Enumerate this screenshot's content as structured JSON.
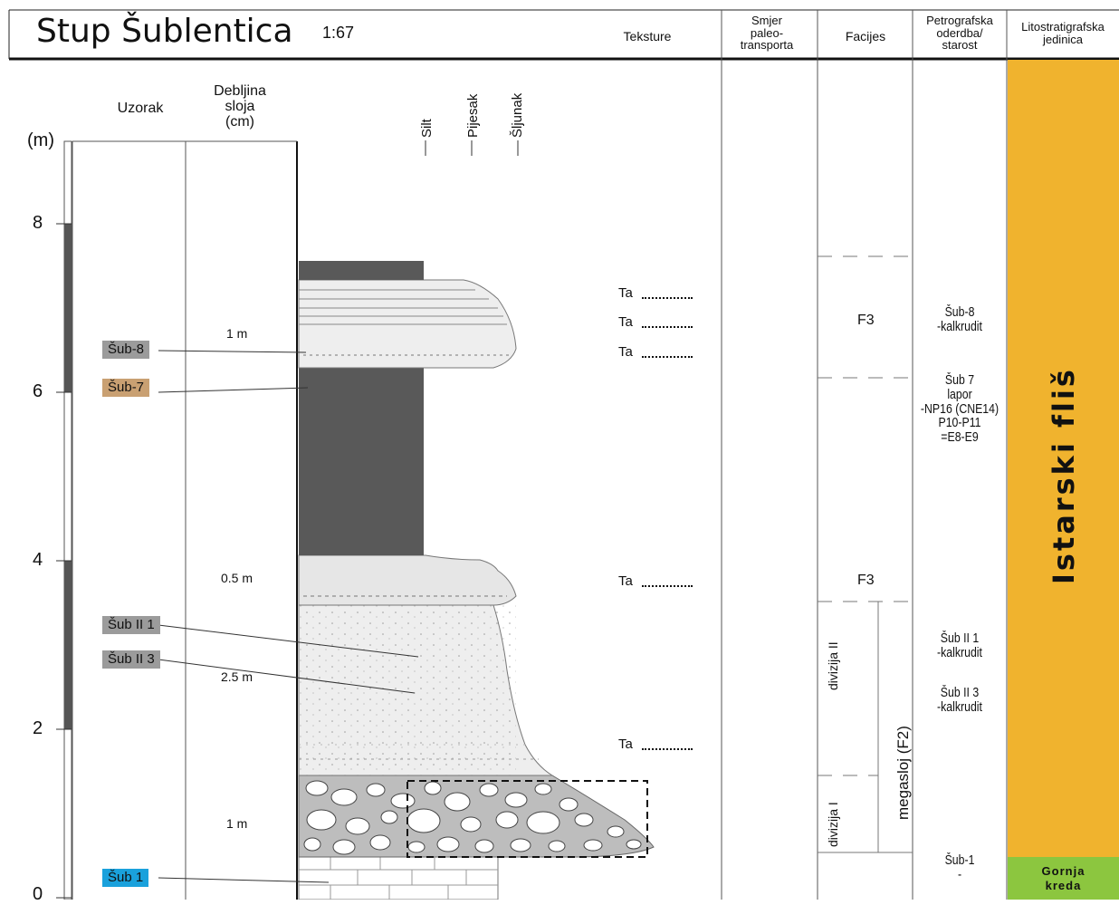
{
  "title": "Stup Šublentica",
  "scale": "1:67",
  "headers": {
    "teksture": "Teksture",
    "smjer": [
      "Smjer",
      "paleo-",
      "transporta"
    ],
    "facijes": "Facijes",
    "petro": [
      "Petrografska",
      "oderdba/",
      "starost"
    ],
    "lito": [
      "Litostratigrafska",
      "jedinica"
    ]
  },
  "column_headers": {
    "uzorak": "Uzorak",
    "debljina": [
      "Debljina",
      "sloja",
      "(cm)"
    ],
    "grain": [
      "Silt",
      "Pijesak",
      "Šljunak"
    ],
    "unit": "(m)"
  },
  "depth_ticks": [
    "0",
    "2",
    "4",
    "6",
    "8"
  ],
  "samples": [
    {
      "label": "Šub-8",
      "color": "#9b9b9b"
    },
    {
      "label": "Šub-7",
      "color": "#c9a072"
    },
    {
      "label": "Šub II 1",
      "color": "#9b9b9b"
    },
    {
      "label": "Šub II 3",
      "color": "#9b9b9b"
    },
    {
      "label": "Šub 1",
      "color": "#1aa1dc"
    }
  ],
  "thicknesses": [
    "1 m",
    "0.5 m",
    "2.5 m",
    "1 m"
  ],
  "textures": [
    "Ta",
    "Ta",
    "Ta",
    "Ta",
    "Ta"
  ],
  "facies": {
    "f3_upper": "F3",
    "f3_lower": "F3",
    "divizija_ii": "divizija II",
    "divizija_i": "divizija I",
    "megasloj": "megasloj (F2)"
  },
  "petrography": {
    "sub8": [
      "Šub-8",
      "-kalkrudit"
    ],
    "sub7": [
      "Šub 7",
      "lapor",
      "-NP16 (CNE14)",
      "P10-P11",
      "=E8-E9"
    ],
    "subii1": [
      "Šub II 1",
      "-kalkrudit"
    ],
    "subii3": [
      "Šub II 3",
      "-kalkrudit"
    ],
    "sub1": [
      "Šub-1",
      "-"
    ]
  },
  "lithostratigraphy": {
    "main": "Istarski fliš",
    "main_color": "#f0b32e",
    "base": [
      "Gornja",
      "kreda"
    ],
    "base_color": "#8cc63f"
  }
}
